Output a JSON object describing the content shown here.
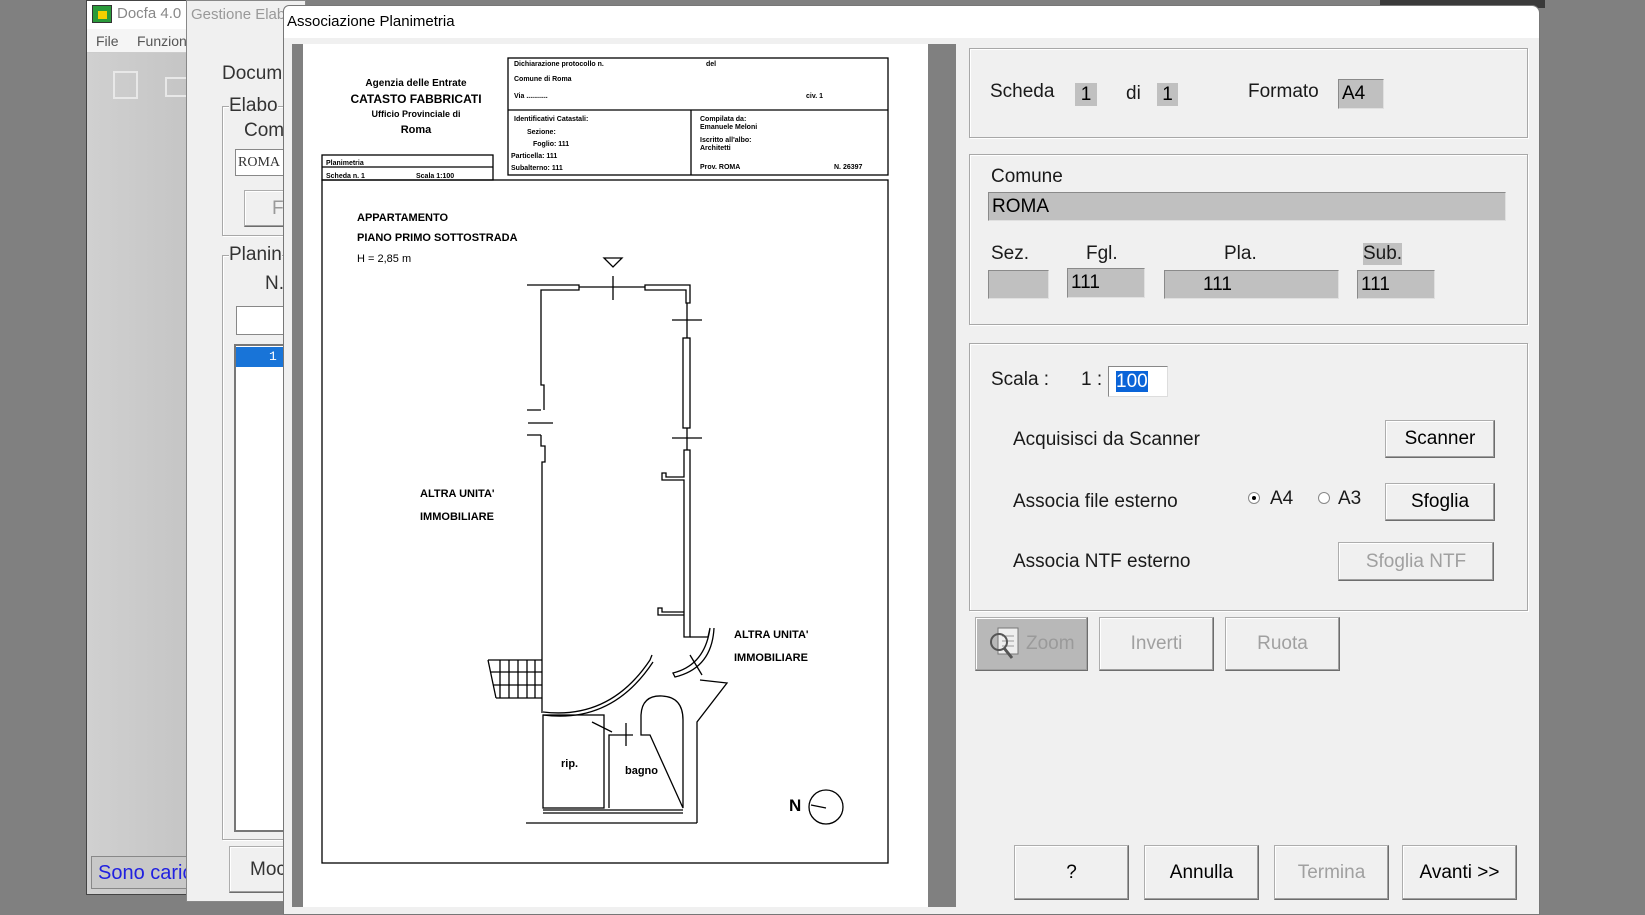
{
  "docfa": {
    "title": "Docfa 4.0",
    "menu": [
      "File",
      "Funzion"
    ],
    "status": "Sono caric"
  },
  "gestione": {
    "title": "Gestione Elab",
    "docum": "Docum",
    "elabo_group": "Elabo",
    "com_label": "Com",
    "comune_value": "ROMA",
    "f_button": "F",
    "planim_group": "Planin",
    "n_label": "N.",
    "list_selected": "1",
    "mod_button": "Moc"
  },
  "dialog": {
    "title": "Associazione Planimetria",
    "scheda_label": "Scheda",
    "scheda_value": "1",
    "di_label": "di",
    "di_value": "1",
    "formato_label": "Formato",
    "formato_value": "A4",
    "comune_label": "Comune",
    "comune_value": "ROMA",
    "sez_label": "Sez.",
    "sez_value": "",
    "fgl_label": "Fgl.",
    "fgl_value": "111",
    "pla_label": "Pla.",
    "pla_value": "111",
    "sub_label": "Sub.",
    "sub_value": "111",
    "scala_label": "Scala :",
    "scala_prefix": "1 :",
    "scala_value": "100",
    "scanner_label": "Acquisisci da Scanner",
    "scanner_button": "Scanner",
    "file_label": "Associa file esterno",
    "radio_a4": "A4",
    "radio_a3": "A3",
    "radio_selected": "A4",
    "sfoglia_button": "Sfoglia",
    "ntf_label": "Associa NTF esterno",
    "sfoglia_ntf_button": "Sfoglia NTF",
    "zoom_button": "Zoom",
    "inverti_button": "Inverti",
    "ruota_button": "Ruota",
    "help_button": "?",
    "annulla_button": "Annulla",
    "termina_button": "Termina",
    "avanti_button": "Avanti >>"
  },
  "plan": {
    "agency": "Agenzia delle Entrate",
    "catasto": "CATASTO FABBRICATI",
    "ufficio": "Ufficio Provinciale di",
    "city": "Roma",
    "planimetria": "Planimetria",
    "scheda": "Scheda n. 1",
    "scala": "Scala 1:100",
    "dich": "Dichiarazione protocollo n.",
    "del": "del",
    "comune": "Comune di Roma",
    "via": "Via ...........",
    "civ": "civ. 1",
    "ident": "Identificativi Catastali:",
    "sezione": "Sezione:",
    "foglio": "Foglio: 111",
    "particella": "Particella: 111",
    "subalterno": "Subalterno: 111",
    "compilata": "Compilata da:",
    "compiler": "Emanuele Meloni",
    "iscritto": "Iscritto all'albo:",
    "albo": "Architetti",
    "prov": "Prov. ROMA",
    "num": "N. 26397",
    "unit": "APPARTAMENTO",
    "floor": "PIANO PRIMO SOTTOSTRADA",
    "height": "H = 2,85 m",
    "other1a": "ALTRA UNITA'",
    "other1b": "IMMOBILIARE",
    "other2a": "ALTRA UNITA'",
    "other2b": "IMMOBILIARE",
    "rip": "rip.",
    "bagno": "bagno",
    "north": "N"
  }
}
